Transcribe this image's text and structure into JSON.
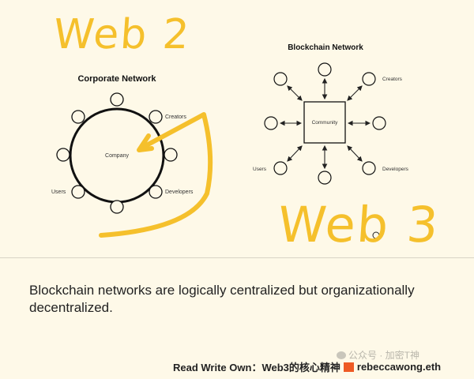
{
  "corporate": {
    "title": "Corporate Network",
    "center": "Company",
    "labels": {
      "creators": "Creators",
      "users": "Users",
      "developers": "Developers"
    }
  },
  "blockchain": {
    "title": "Blockchain Network",
    "center": "Community",
    "labels": {
      "creators": "Creators",
      "users": "Users",
      "developers": "Developers"
    }
  },
  "annotations": {
    "web2": "Web 2",
    "web3": "Web 3",
    "ink_color": "#f5c02c"
  },
  "caption": "Blockchain networks are logically centralized but organizationally decentralized.",
  "footer": {
    "title": "Read Write Own：Web3的核心精神",
    "author": "rebeccawong.eth"
  },
  "watermark": "公众号 · 加密T神"
}
